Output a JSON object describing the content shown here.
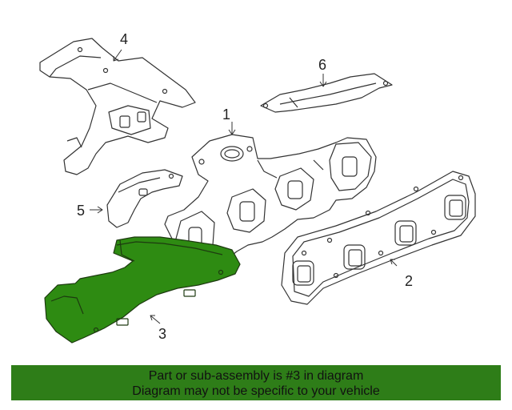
{
  "callouts": {
    "c1": "1",
    "c2": "2",
    "c3": "3",
    "c4": "4",
    "c5": "5",
    "c6": "6"
  },
  "banner": {
    "line1": "Part or sub-assembly is #3 in diagram",
    "line2": "Diagram may not be specific to your vehicle"
  },
  "colors": {
    "highlight": "#2e8b12",
    "banner": "#2e7d18",
    "line": "#333333"
  }
}
